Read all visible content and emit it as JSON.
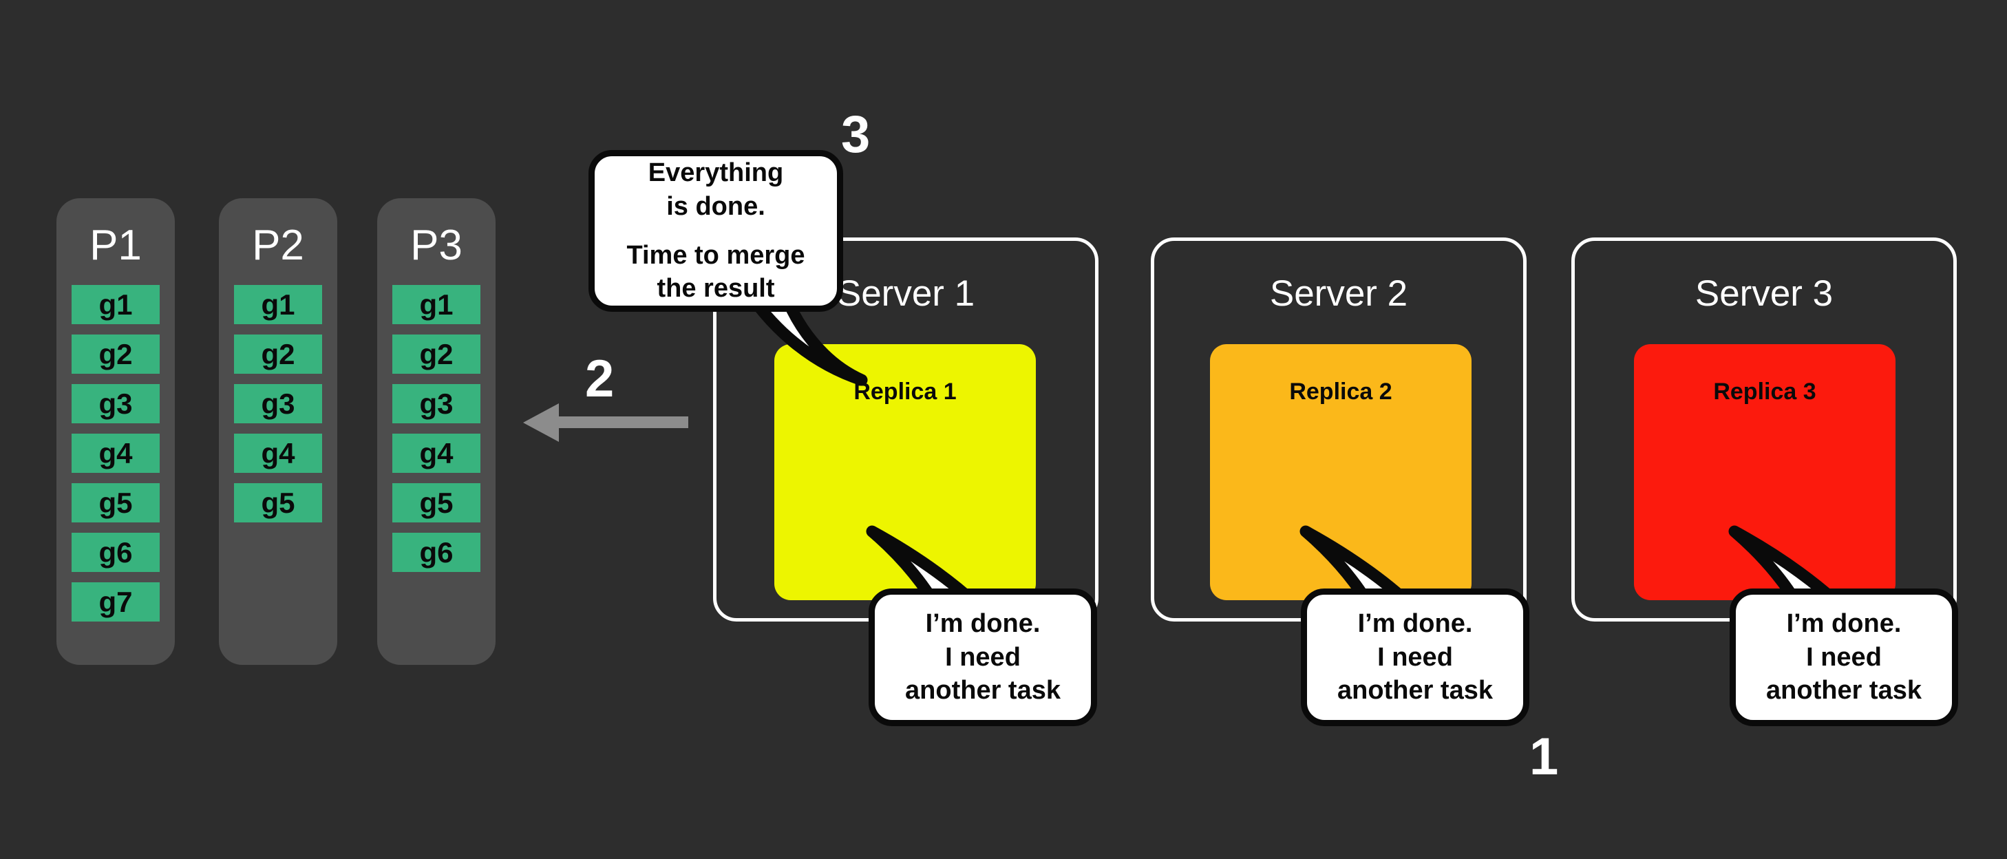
{
  "canvas": {
    "background": "#2d2d2d"
  },
  "colors": {
    "background": "#2d2d2d",
    "column": "#4d4d4d",
    "group_block": "#38b37e",
    "replica_1": "#edf500",
    "replica_2": "#fbb81a",
    "replica_3": "#fc1a0d",
    "server_border": "#ffffff",
    "bubble_fill": "#ffffff",
    "bubble_stroke": "#0a0a0a",
    "arrow": "#8c8c8c",
    "step_number": "#ffffff"
  },
  "partitions": [
    {
      "title": "P1",
      "groups": [
        "g1",
        "g2",
        "g3",
        "g4",
        "g5",
        "g6",
        "g7"
      ]
    },
    {
      "title": "P2",
      "groups": [
        "g1",
        "g2",
        "g3",
        "g4",
        "g5"
      ]
    },
    {
      "title": "P3",
      "groups": [
        "g1",
        "g2",
        "g3",
        "g4",
        "g5",
        "g6"
      ]
    }
  ],
  "servers": [
    {
      "title": "Server 1",
      "replica_label": "Replica 1",
      "replica_color": "#edf500"
    },
    {
      "title": "Server 2",
      "replica_label": "Replica 2",
      "replica_color": "#fbb81a"
    },
    {
      "title": "Server 3",
      "replica_label": "Replica 3",
      "replica_color": "#fc1a0d"
    }
  ],
  "bubbles": {
    "merge": {
      "line1": "Everything",
      "line2": "is done.",
      "line3": "Time to merge",
      "line4": "the result"
    },
    "done": {
      "line1": "I’m done.",
      "line2": "I need",
      "line3": "another task"
    }
  },
  "steps": {
    "one": "1",
    "two": "2",
    "three": "3"
  },
  "arrow": {
    "direction": "left"
  }
}
